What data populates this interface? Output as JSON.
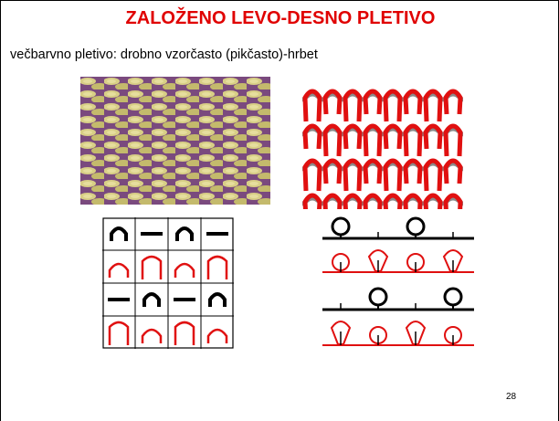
{
  "slide": {
    "title": "ZALOŽENO LEVO-DESNO PLETIVO",
    "subtitle": "večbarvno pletivo: drobno vzorčasto (pikčasto)-hrbet",
    "page_number": "28"
  },
  "colors": {
    "title": "#e00000",
    "red_yarn": "#e01010",
    "grey_yarn": "#8a8a8a",
    "black": "#000000",
    "photo_yellow": "#c9c07a",
    "photo_purple": "#7a4a7e"
  },
  "notation_grid": {
    "rows": [
      [
        "knit-black",
        "tuck-black",
        "knit-black",
        "tuck-black"
      ],
      [
        "small-loop-red",
        "tall-loop-red",
        "small-loop-red",
        "tall-loop-red"
      ],
      [
        "tuck-black",
        "knit-black",
        "tuck-black",
        "knit-black"
      ],
      [
        "tall-loop-red",
        "small-loop-red",
        "tall-loop-red",
        "small-loop-red"
      ]
    ]
  }
}
